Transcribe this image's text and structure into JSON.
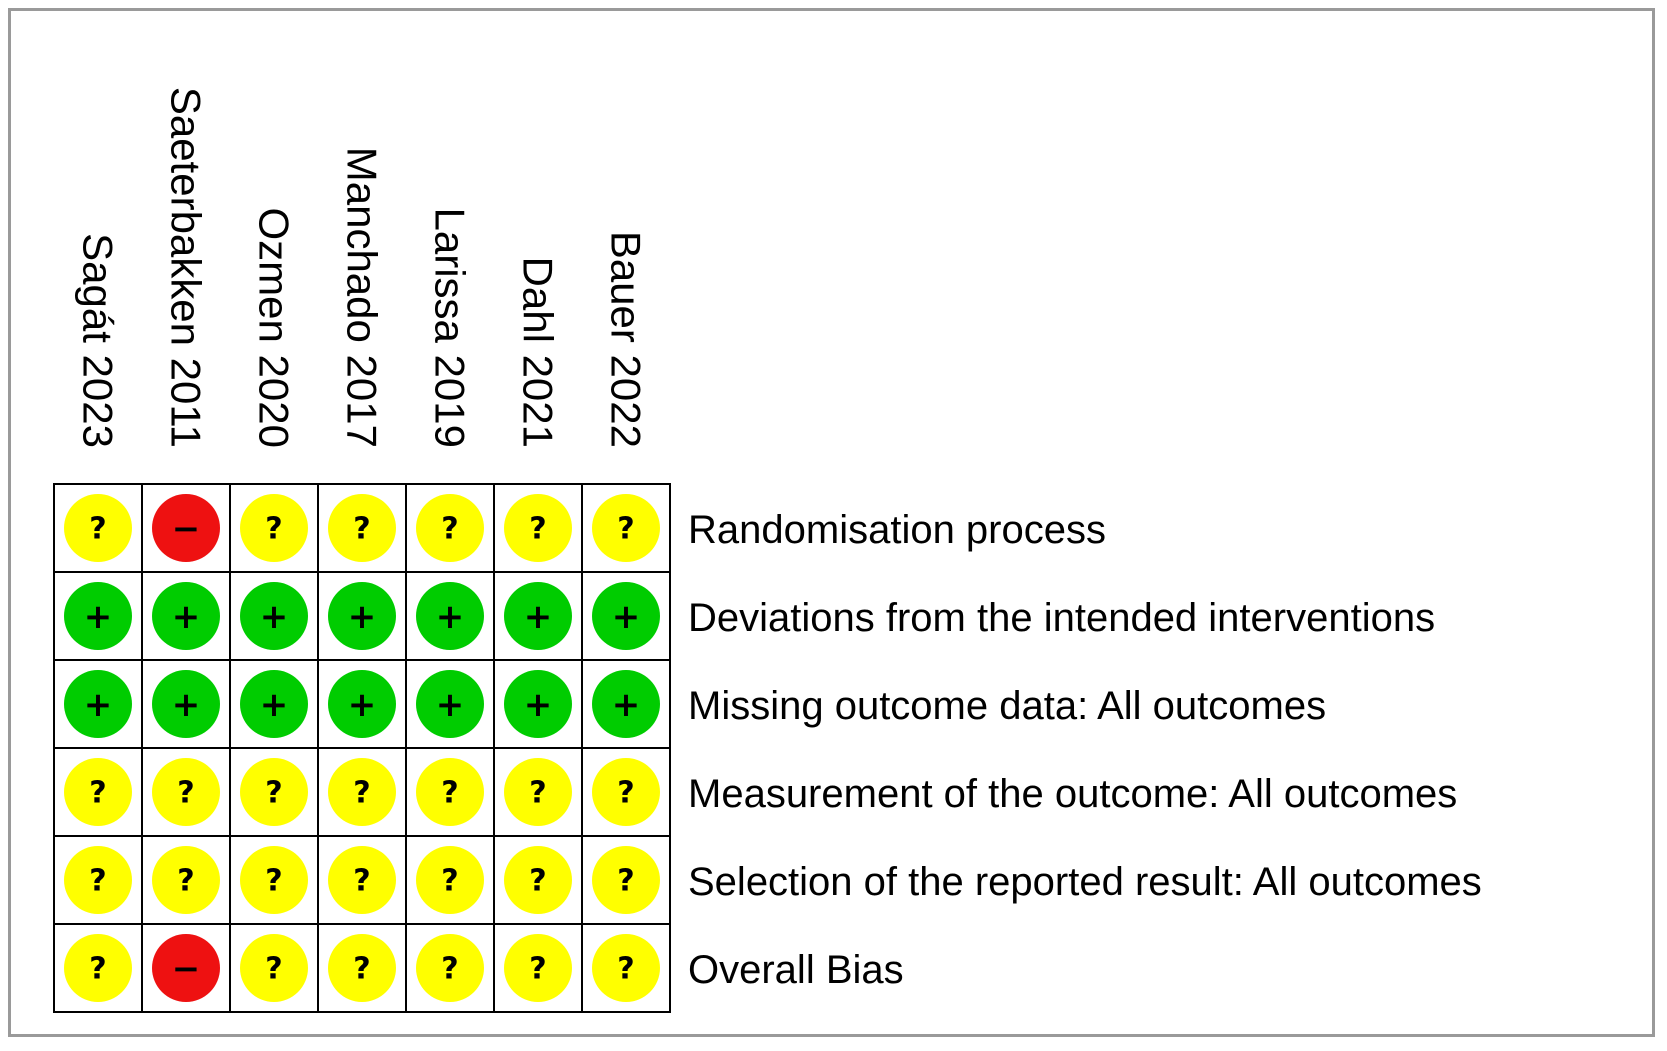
{
  "figure": {
    "studies": [
      "Sagát 2023",
      "Saeterbakken 2011",
      "Ozmen 2020",
      "Manchado 2017",
      "Larissa 2019",
      "Dahl 2021",
      "Bauer 2022"
    ],
    "domains": [
      "Randomisation process",
      "Deviations from the intended interventions",
      "Missing outcome data: All outcomes",
      "Measurement of the outcome: All outcomes",
      "Selection of the reported result: All outcomes",
      "Overall Bias"
    ],
    "judgements": [
      [
        "unclear",
        "high",
        "unclear",
        "unclear",
        "unclear",
        "unclear",
        "unclear"
      ],
      [
        "low",
        "low",
        "low",
        "low",
        "low",
        "low",
        "low"
      ],
      [
        "low",
        "low",
        "low",
        "low",
        "low",
        "low",
        "low"
      ],
      [
        "unclear",
        "unclear",
        "unclear",
        "unclear",
        "unclear",
        "unclear",
        "unclear"
      ],
      [
        "unclear",
        "unclear",
        "unclear",
        "unclear",
        "unclear",
        "unclear",
        "unclear"
      ],
      [
        "unclear",
        "high",
        "unclear",
        "unclear",
        "unclear",
        "unclear",
        "unclear"
      ]
    ],
    "legend": {
      "low": {
        "symbol": "+",
        "color": "#00cc00",
        "icon": "plus-icon"
      },
      "unclear": {
        "symbol": "?",
        "color": "#ffff00",
        "icon": "question-icon"
      },
      "high": {
        "symbol": "−",
        "color": "#ee1111",
        "icon": "minus-icon"
      }
    },
    "colors": {
      "grid": "#000000",
      "frame": "#9a9a9a"
    }
  }
}
